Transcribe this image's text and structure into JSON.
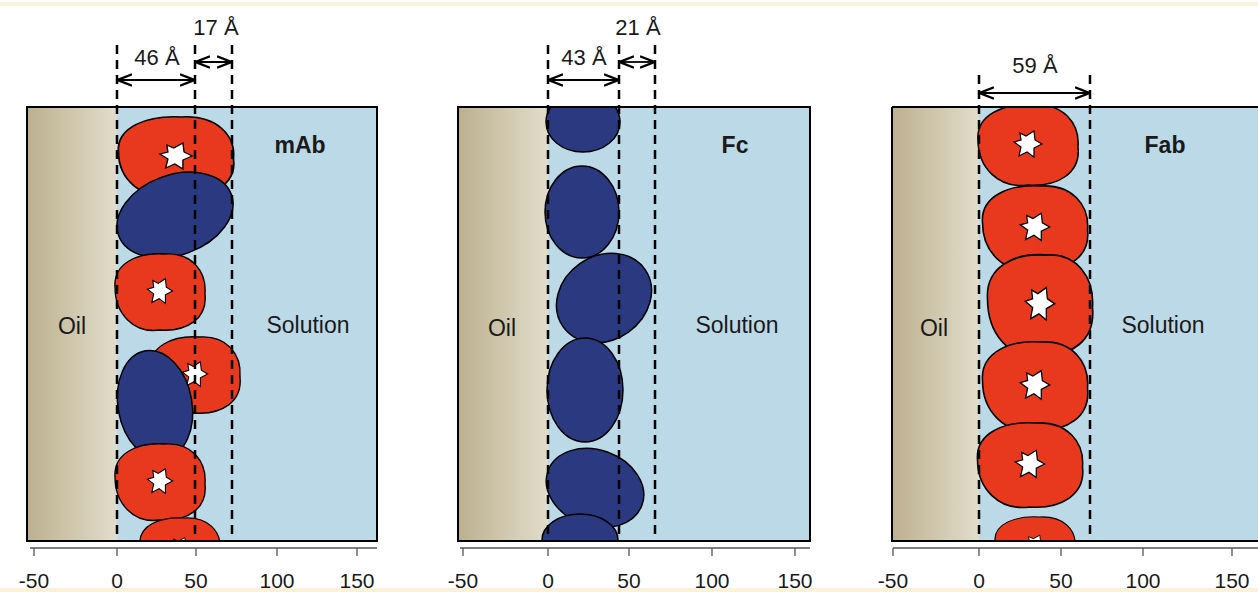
{
  "diagram": {
    "nodes": [
      {
        "text": [
          "Oil"
        ]
      },
      {
        "text": [
          "mAb",
          "Solution"
        ]
      },
      {
        "text": [
          "Oil"
        ]
      },
      {
        "text": [
          "Fc",
          "Solution"
        ]
      },
      {
        "text": [
          "Oil"
        ]
      },
      {
        "text": [
          "Fab",
          "Solution"
        ]
      }
    ],
    "labels": [
      "46 Å",
      "17 Å",
      "-50",
      "0",
      "50",
      "100",
      "150",
      "43 Å",
      "21 Å",
      "-50",
      "0",
      "50",
      "100",
      "150",
      "59 Å",
      "-50",
      "0",
      "50",
      "100",
      "150"
    ]
  }
}
